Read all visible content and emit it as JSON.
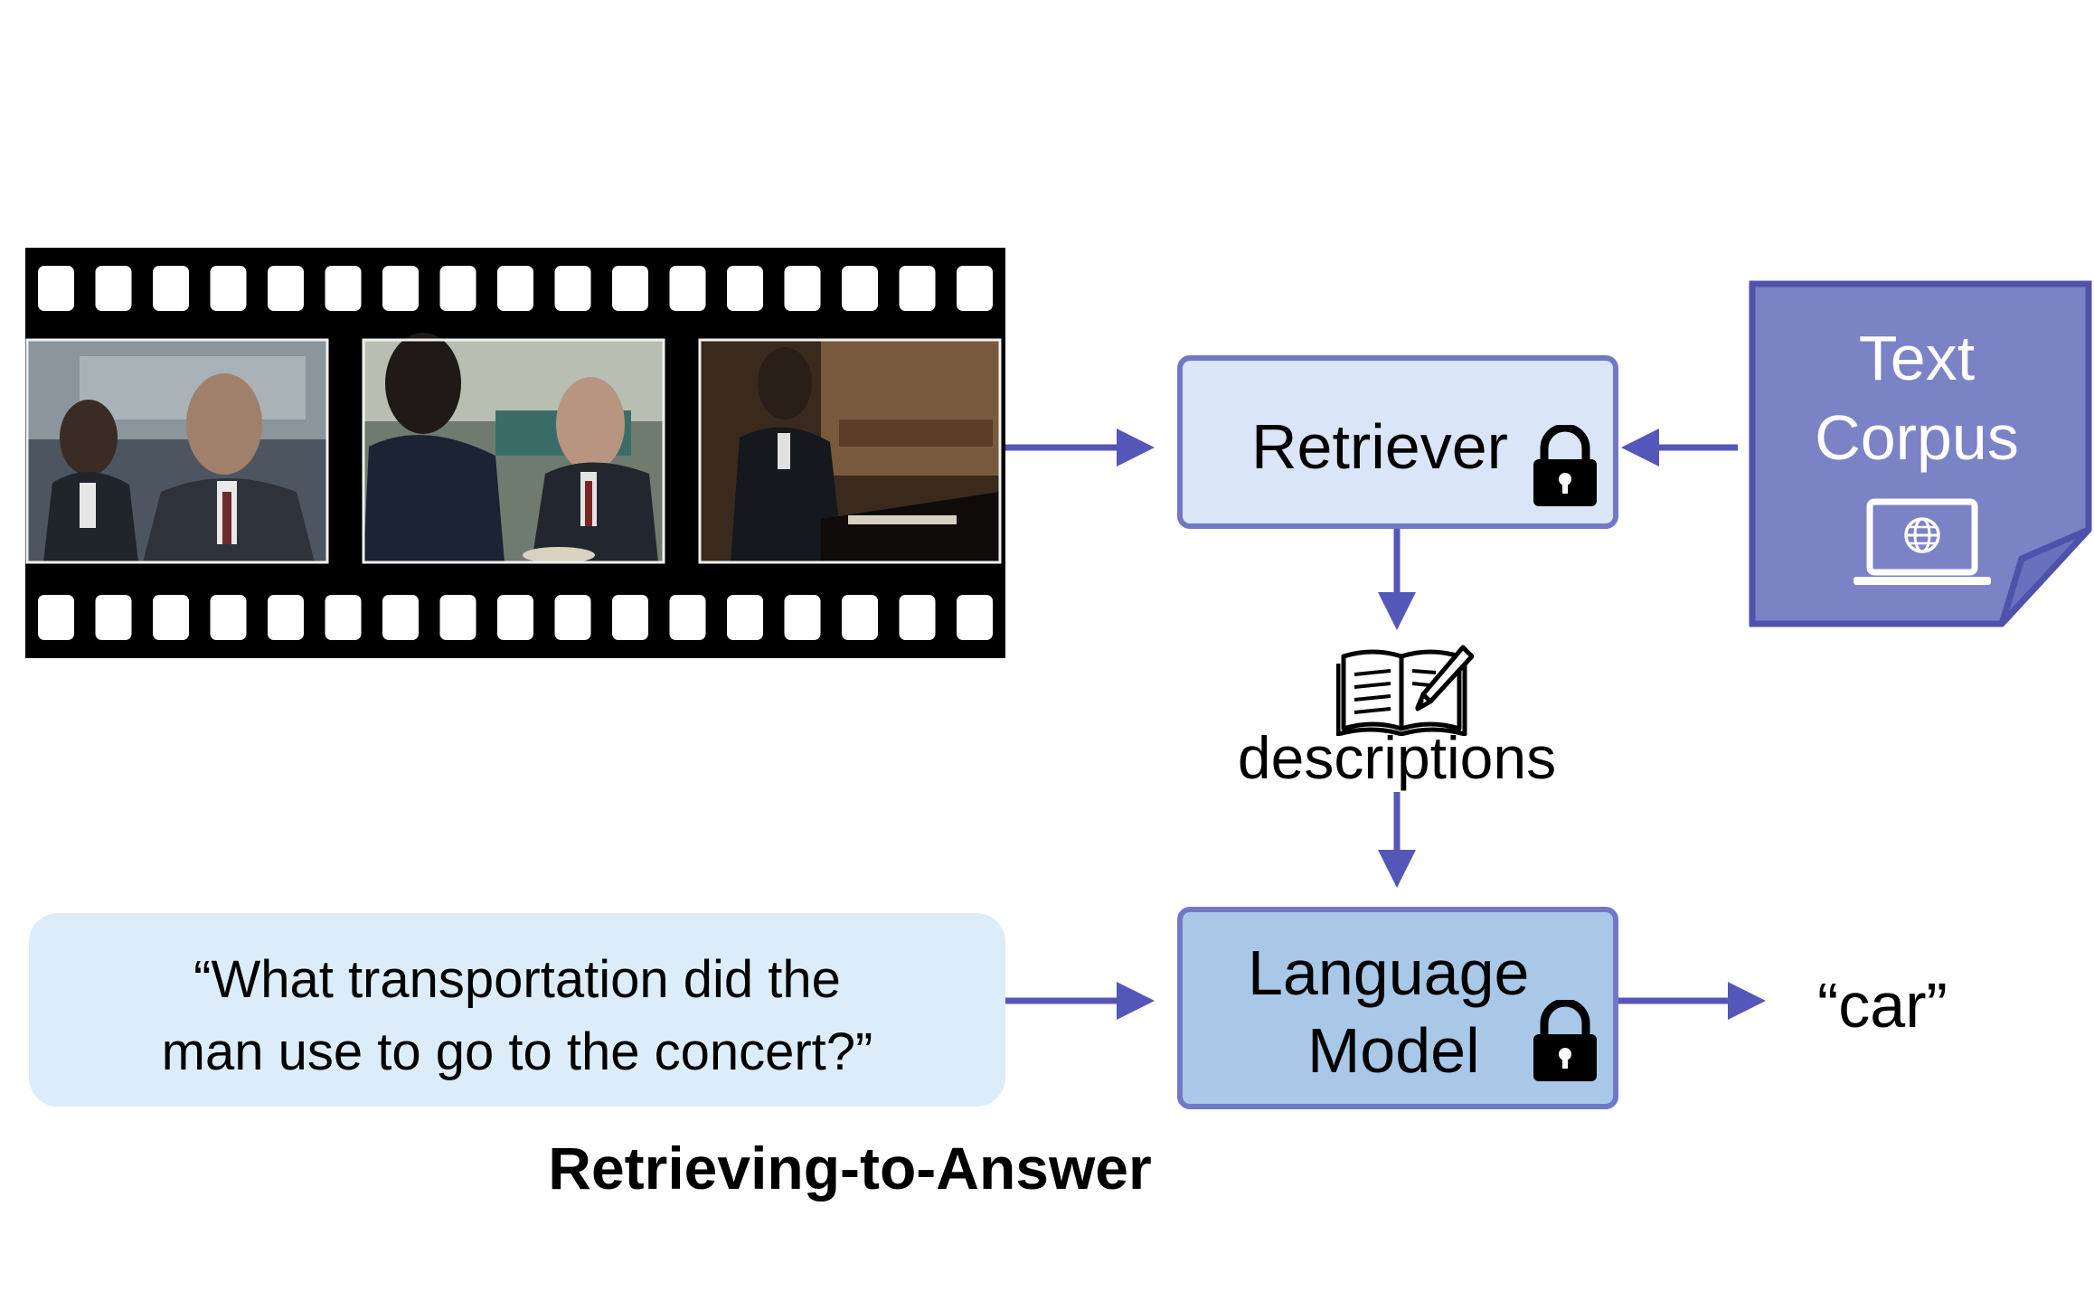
{
  "diagram": {
    "retriever": {
      "label": "Retriever"
    },
    "text_corpus": {
      "line1": "Text",
      "line2": "Corpus"
    },
    "descriptions": {
      "label": "descriptions"
    },
    "question": {
      "line1": "“What transportation did the",
      "line2": "man use to go to the concert?”"
    },
    "language_model": {
      "line1": "Language",
      "line2": "Model"
    },
    "answer": {
      "label": "“car”"
    },
    "caption": "Retrieving-to-Answer"
  },
  "colors": {
    "arrow": "#5557b8",
    "retriever_fill": "#dbe5f8",
    "language_model_fill": "#a9c8e8",
    "box_border": "#7178c6",
    "corpus_fill": "#7c82c6",
    "corpus_border": "#4e52ab",
    "question_fill": "#dcedf9"
  },
  "icons": [
    "lock-icon",
    "globe-icon",
    "laptop-icon",
    "book-icon",
    "pen-icon",
    "film-strip"
  ]
}
